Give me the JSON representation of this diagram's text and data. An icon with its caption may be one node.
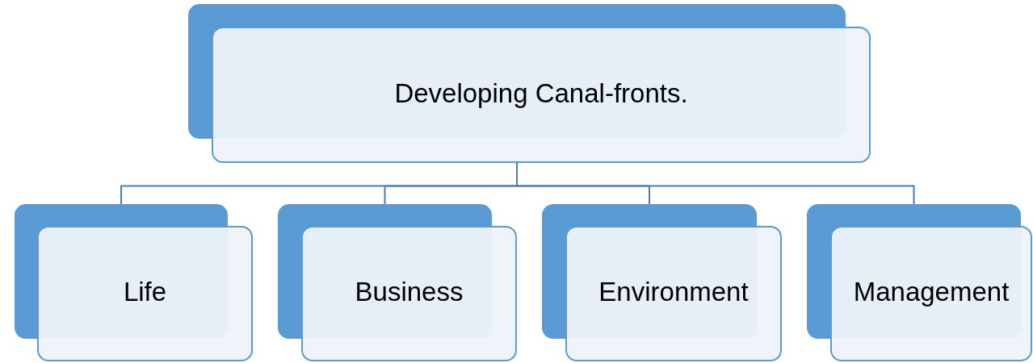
{
  "diagram": {
    "nodes": [
      {
        "text": [
          "Developing Canal-fronts."
        ]
      },
      {
        "text": [
          "Life"
        ]
      },
      {
        "text": [
          "Business"
        ]
      },
      {
        "text": [
          "Environment"
        ]
      },
      {
        "text": [
          "Management"
        ]
      }
    ],
    "edges": [
      {
        "from": 0,
        "to": 1,
        "arrow": "none"
      },
      {
        "from": 0,
        "to": 2,
        "arrow": "none"
      },
      {
        "from": 0,
        "to": 3,
        "arrow": "none"
      },
      {
        "from": 0,
        "to": 4,
        "arrow": "none"
      }
    ]
  }
}
